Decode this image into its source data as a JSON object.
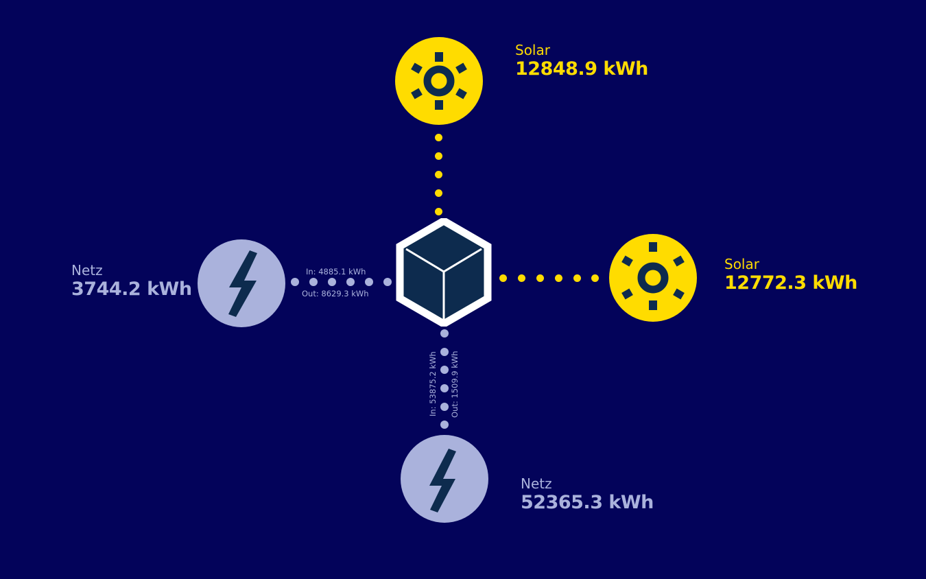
{
  "colors": {
    "background": "#03035a",
    "solar": "#ffdc00",
    "grid": "#aab2dc",
    "icon": "#0d2b4e",
    "hub_outline": "#ffffff"
  },
  "hub": {
    "icon": "cube-icon"
  },
  "nodes": {
    "solar_top": {
      "name": "Solar",
      "value": "12848.9 kWh",
      "icon": "sun-icon"
    },
    "solar_right": {
      "name": "Solar",
      "value": "12772.3 kWh",
      "icon": "sun-icon"
    },
    "grid_left": {
      "name": "Netz",
      "value": "3744.2 kWh",
      "icon": "lightning-icon",
      "flow_in": "In: 4885.1 kWh",
      "flow_out": "Out: 8629.3 kWh"
    },
    "grid_bottom": {
      "name": "Netz",
      "value": "52365.3 kWh",
      "icon": "lightning-icon",
      "flow_in": "In: 53875.2 kWh",
      "flow_out": "Out: 1509.9 kWh"
    }
  }
}
